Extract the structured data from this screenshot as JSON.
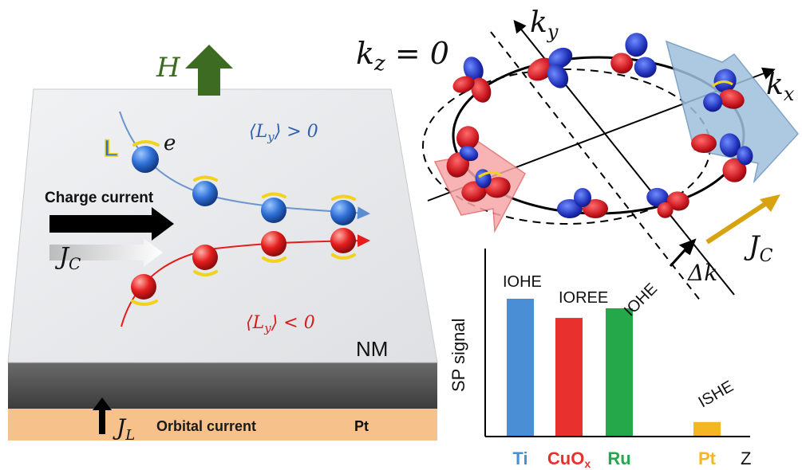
{
  "colors": {
    "electron_up": "#2f6fd6",
    "electron_down": "#e41d1d",
    "arrow_green": "#3d6b22",
    "pt_layer": "#f6c18a",
    "slab_top": "#e9eaec",
    "ti_bar": "#4a8fd6",
    "cuox_bar": "#e8302e",
    "ru_bar": "#24a84a",
    "pt_bar": "#f6b624",
    "jc_arrow": "#d7a310"
  },
  "left": {
    "field_label": "H",
    "L_label": "L",
    "e_label": "e",
    "Ly_pos": "⟨L_y⟩ > 0",
    "Ly_neg": "⟨L_y⟩ < 0",
    "charge_current": "Charge current",
    "jc_label": "J_C",
    "nm_label": "NM",
    "jl_label": "J_L",
    "orbital_current": "Orbital current",
    "pt_label": "Pt"
  },
  "fermi": {
    "kz_label": "k_z = 0",
    "ky_label": "k_y",
    "kx_label": "k_x",
    "jc_label": "J_C",
    "dk_label": "Δk"
  },
  "chart_data": {
    "type": "bar",
    "ylabel": "SP signal",
    "xlabel": "Z",
    "categories": [
      "Ti",
      "CuOx",
      "Ru",
      "Pt"
    ],
    "values": [
      1.0,
      0.86,
      0.93,
      0.1
    ],
    "annotations": [
      "IOHE",
      "IOREE",
      "IOHE",
      "ISHE"
    ]
  }
}
